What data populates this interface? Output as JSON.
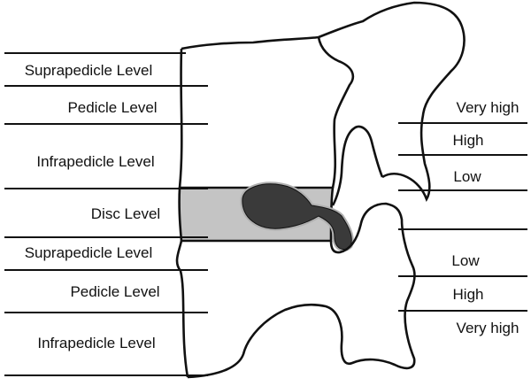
{
  "left_levels": [
    {
      "label": "Suprapedicle Level"
    },
    {
      "label": "Pedicle Level"
    },
    {
      "label": "Infrapedicle Level"
    },
    {
      "label": "Disc Level"
    },
    {
      "label": "Suprapedicle Level"
    },
    {
      "label": "Pedicle Level"
    },
    {
      "label": "Infrapedicle Level"
    }
  ],
  "right_grades": [
    {
      "label": "Very high"
    },
    {
      "label": "High"
    },
    {
      "label": "Low"
    },
    {
      "label": "Low"
    },
    {
      "label": "High"
    },
    {
      "label": "Very high"
    }
  ],
  "colors": {
    "outline": "#111111",
    "disc_fill": "#c4c4c4",
    "herniation_fill": "#3a3a3a",
    "halo": "#b0b0b0",
    "background": "#ffffff"
  }
}
